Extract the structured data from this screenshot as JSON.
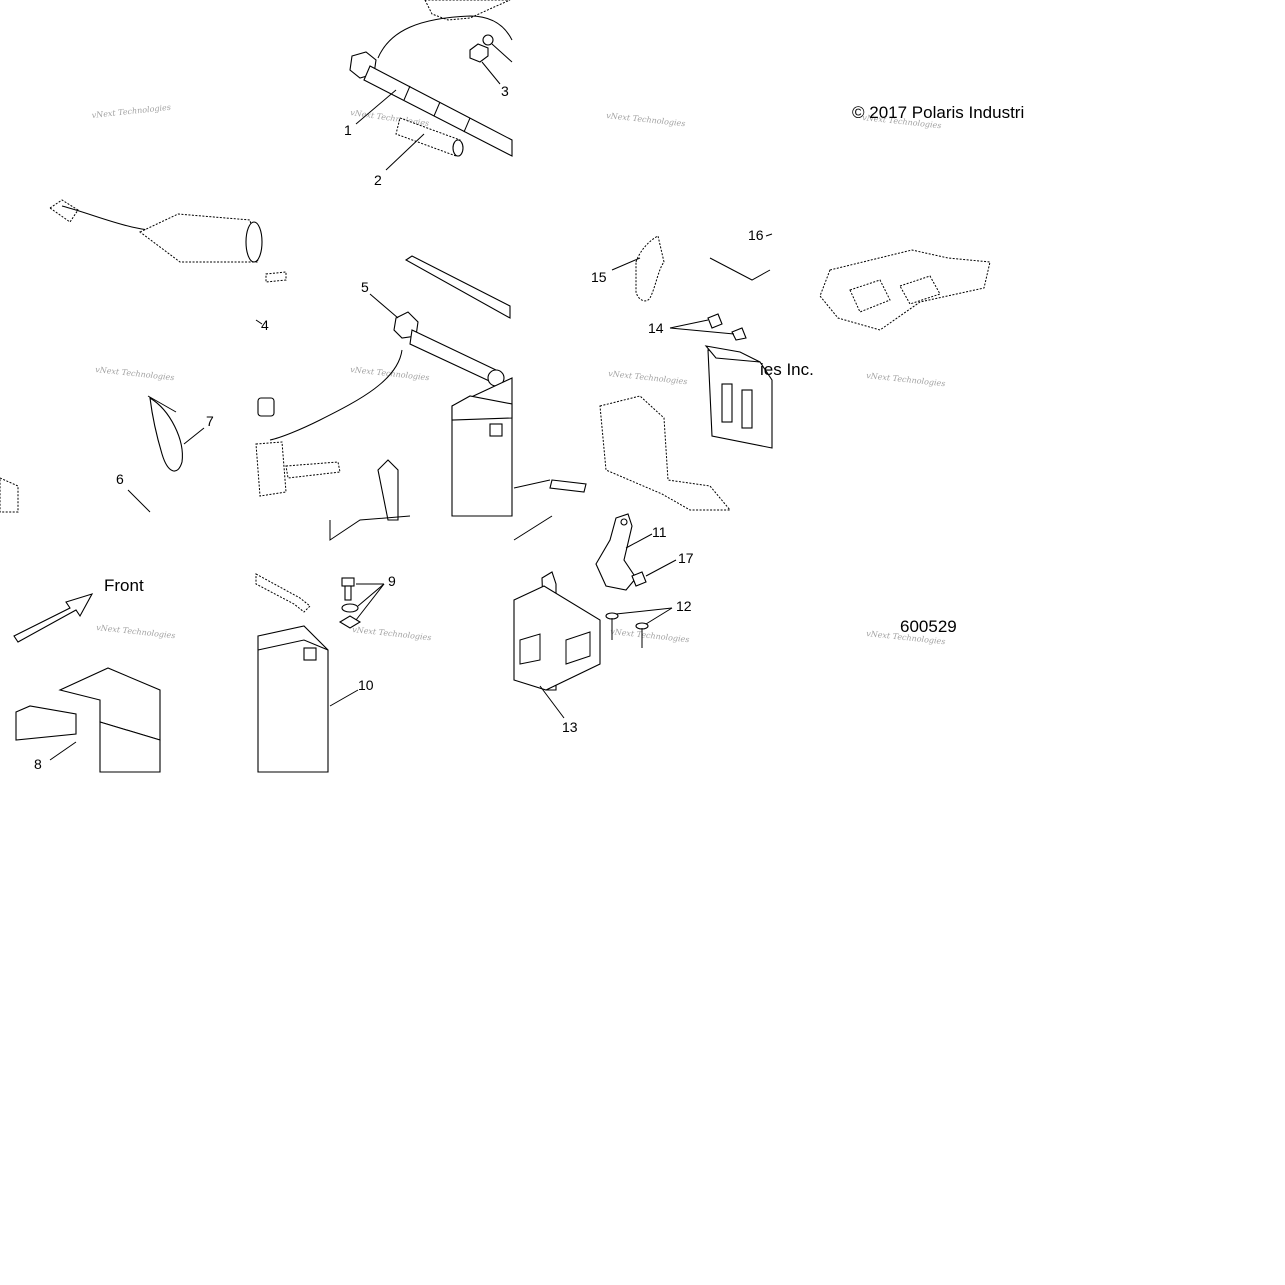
{
  "copyright_text": "© 2017 Polaris Industri",
  "copyright_fragment": "ies Inc.",
  "diagram_number": "600529",
  "direction_label": "Front",
  "watermark_text": "vNext Technologies",
  "callouts": [
    "1",
    "2",
    "3",
    "4",
    "5",
    "6",
    "7",
    "8",
    "9",
    "10",
    "11",
    "12",
    "13",
    "14",
    "15",
    "16",
    "17"
  ]
}
